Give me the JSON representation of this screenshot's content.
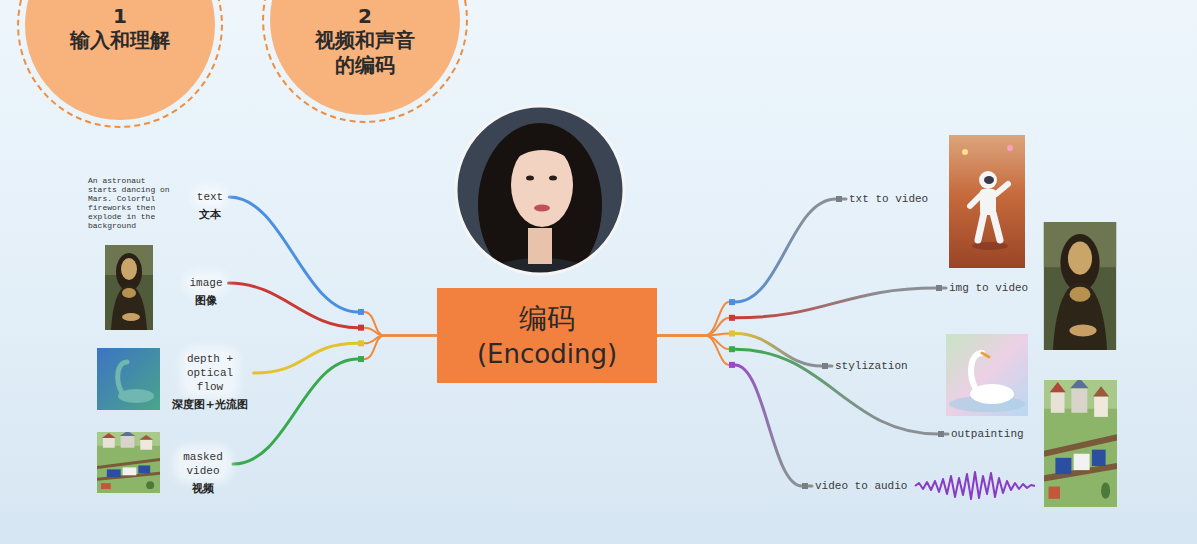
{
  "diagram": {
    "nodes": [
      {
        "text": [
          "1",
          "输入和理解"
        ]
      },
      {
        "text": [
          "2",
          "视频和声音 的编码"
        ]
      },
      {
        "text": [
          "text",
          "文本"
        ]
      },
      {
        "text": [
          "image",
          "图像"
        ]
      },
      {
        "text": [
          "depth + optical flow",
          "深度图+光流图"
        ]
      },
      {
        "text": [
          "masked video",
          "视频"
        ]
      },
      {
        "text": [
          "编码",
          "(Encoding)"
        ]
      },
      {
        "text": [
          "txt to video"
        ]
      },
      {
        "text": [
          "img to video"
        ]
      },
      {
        "text": [
          "stylization"
        ]
      },
      {
        "text": [
          "outpainting"
        ]
      },
      {
        "text": [
          "video to audio"
        ]
      }
    ],
    "edges": [
      {
        "from": 2,
        "to": 6,
        "arrow": "none"
      },
      {
        "from": 3,
        "to": 6,
        "arrow": "none"
      },
      {
        "from": 4,
        "to": 6,
        "arrow": "none"
      },
      {
        "from": 5,
        "to": 6,
        "arrow": "none"
      },
      {
        "from": 6,
        "to": 7,
        "arrow": "none"
      },
      {
        "from": 6,
        "to": 8,
        "arrow": "none"
      },
      {
        "from": 6,
        "to": 9,
        "arrow": "none"
      },
      {
        "from": 6,
        "to": 10,
        "arrow": "none"
      },
      {
        "from": 6,
        "to": 11,
        "arrow": "none"
      }
    ],
    "labels": [
      "An astronaut starts dancing on Mars. Colorful fireworks then explode in the background"
    ]
  }
}
